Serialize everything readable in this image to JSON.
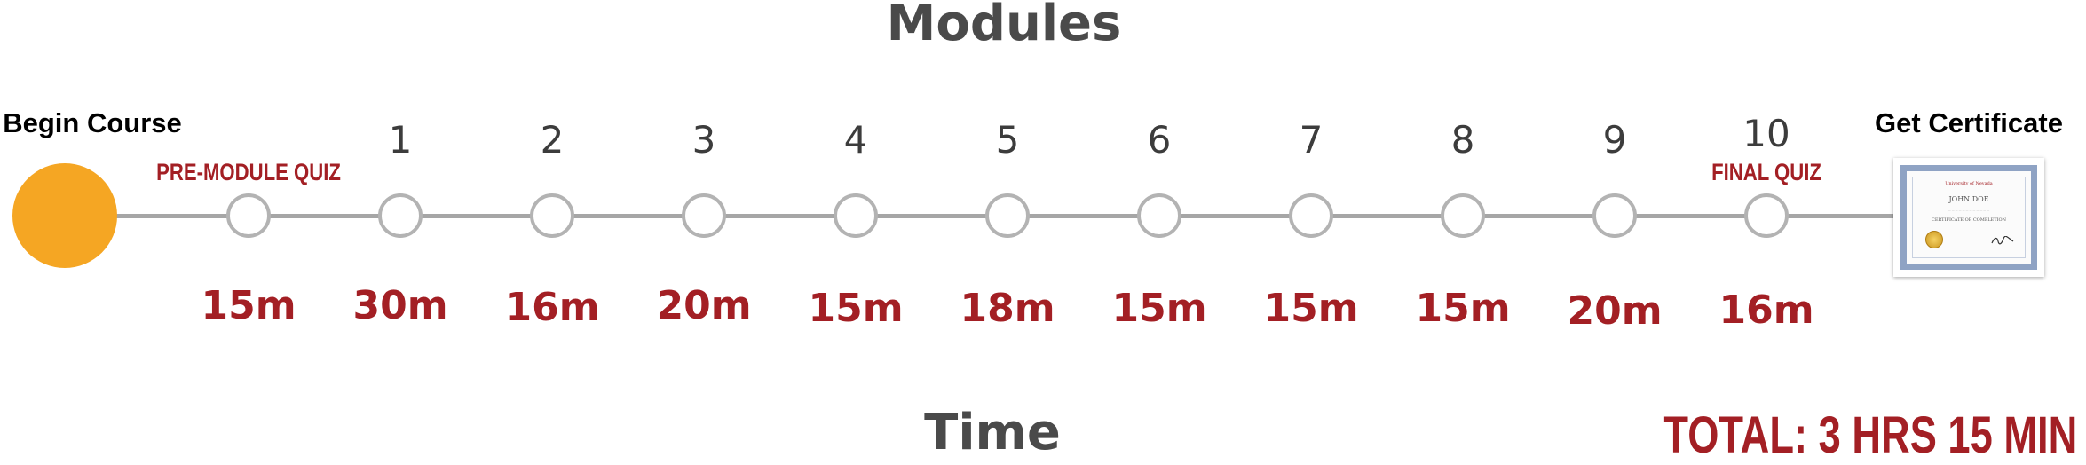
{
  "diagram": {
    "title": "Modules",
    "start_label": "Begin Course",
    "end_label": "Get Certificate",
    "x_label": "Time",
    "total": "TOTAL: 3 HRS 15 MIN",
    "colors": {
      "start_dot": "#f5a623",
      "accent": "#a31f24",
      "track": "#a6a6a6"
    },
    "steps": [
      {
        "number": "",
        "tag": "PRE-MODULE QUIZ",
        "duration": "15m"
      },
      {
        "number": "1",
        "tag": "",
        "duration": "30m"
      },
      {
        "number": "2",
        "tag": "",
        "duration": "16m"
      },
      {
        "number": "3",
        "tag": "",
        "duration": "20m"
      },
      {
        "number": "4",
        "tag": "",
        "duration": "15m"
      },
      {
        "number": "5",
        "tag": "",
        "duration": "18m"
      },
      {
        "number": "6",
        "tag": "",
        "duration": "15m"
      },
      {
        "number": "7",
        "tag": "",
        "duration": "15m"
      },
      {
        "number": "8",
        "tag": "",
        "duration": "15m"
      },
      {
        "number": "9",
        "tag": "",
        "duration": "20m"
      },
      {
        "number": "10",
        "tag": "FINAL QUIZ",
        "duration": "16m"
      }
    ],
    "certificate": {
      "brand": "University of Nevada",
      "name": "JOHN DOE",
      "heading": "CERTIFICATE OF COMPLETION",
      "seal_icon": "gold-seal-icon",
      "signature_icon": "signature-icon"
    }
  }
}
